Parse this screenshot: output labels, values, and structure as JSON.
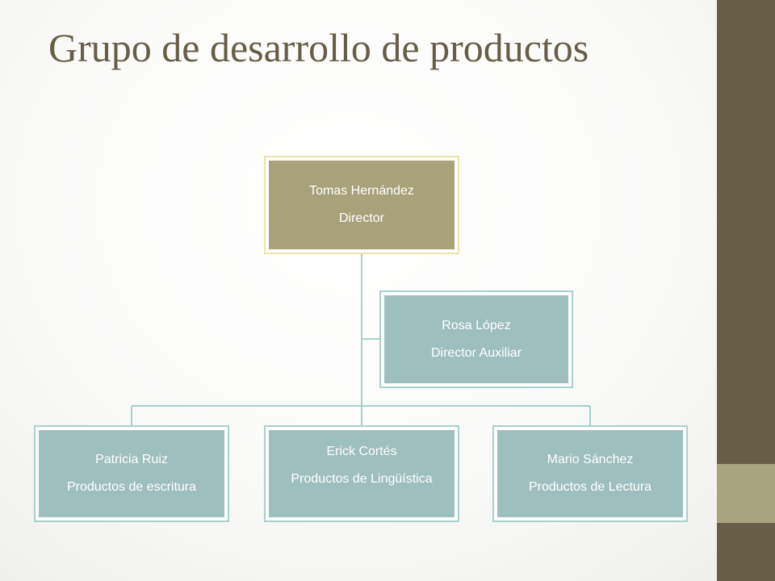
{
  "slide": {
    "title": "Grupo de desarrollo de productos"
  },
  "org_chart": {
    "director": {
      "name": "Tomas Hernández",
      "role": "Director"
    },
    "assistant": {
      "name": "Rosa López",
      "role": "Director Auxiliar"
    },
    "reports": [
      {
        "name": "Patricia Ruiz",
        "role": "Productos de escritura"
      },
      {
        "name": "Erick Cortés",
        "role": "Productos de Lingüística"
      },
      {
        "name": "Mario Sánchez",
        "role": "Productos de Lectura"
      }
    ]
  },
  "colors": {
    "theme_dark": "#675e47",
    "theme_olive": "#a7a27a",
    "box_blue": "#9dbfbd",
    "connector": "#a8d0cc"
  }
}
